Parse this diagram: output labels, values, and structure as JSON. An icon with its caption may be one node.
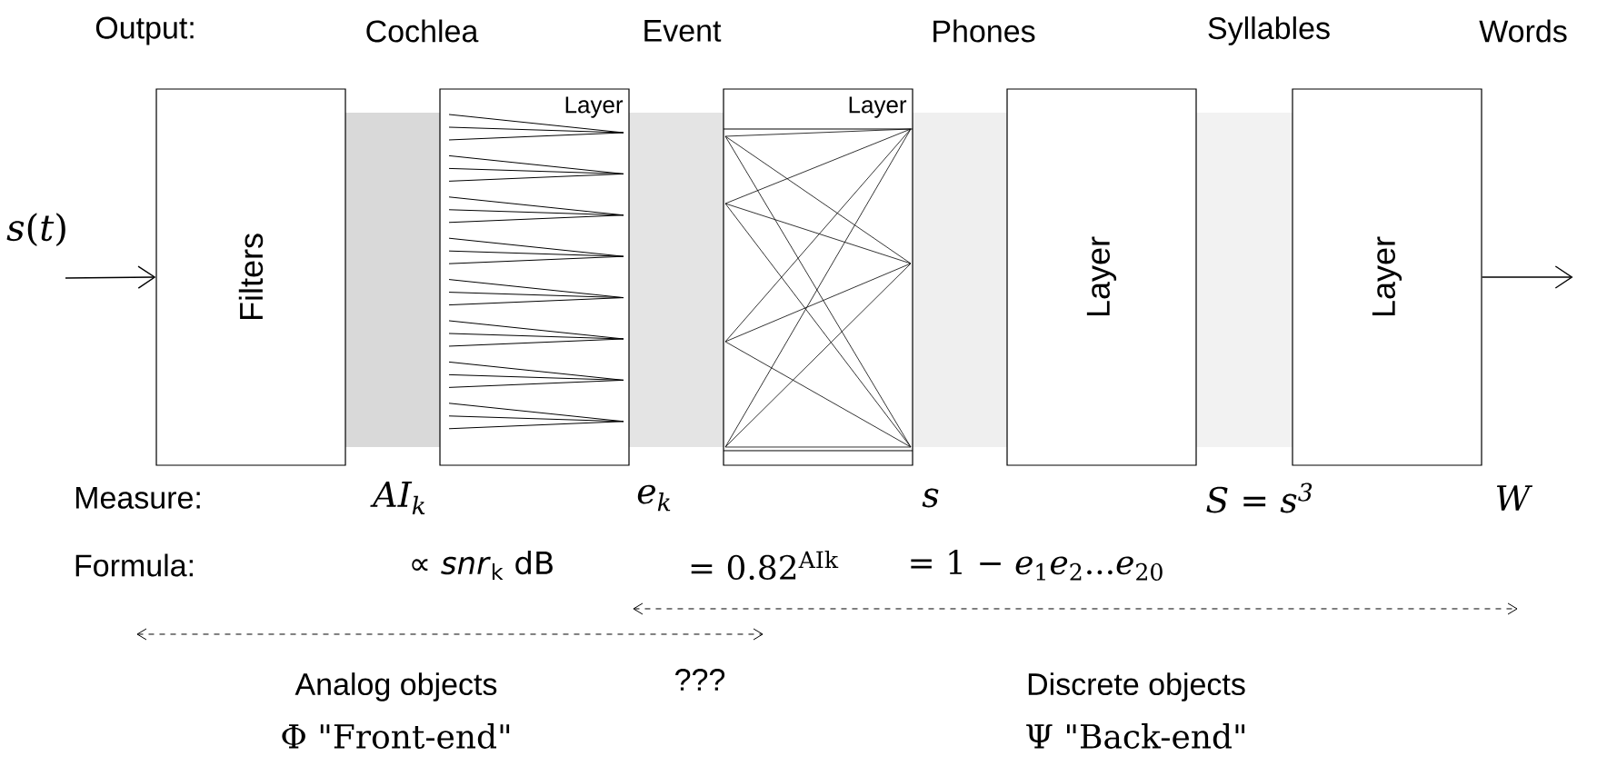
{
  "diagram": {
    "nodes": [
      {
        "text": [
          "Filters"
        ]
      },
      {
        "text": [],
        "shape": "band"
      },
      {
        "text": [
          "Layer"
        ]
      },
      {
        "text": [],
        "shape": "band"
      },
      {
        "text": [
          "Layer"
        ]
      },
      {
        "text": [],
        "shape": "band"
      },
      {
        "text": [
          "Layer"
        ]
      },
      {
        "text": [],
        "shape": "band"
      },
      {
        "text": [
          "Layer"
        ]
      }
    ],
    "edges": [
      {
        "from": null,
        "to": 0,
        "arrow": "to",
        "label": "*s*(*t*)"
      },
      {
        "from": 8,
        "to": null,
        "arrow": "to"
      }
    ],
    "labels": [
      "Output:",
      "Cochlea",
      "Event",
      "Phones",
      "Syllables",
      "Words",
      "Measure:",
      "AI$_{k}$",
      "e$_{k}$",
      "s",
      "S = s$^{3}$",
      "W",
      "Formula:",
      "∝ *snr*$_{k}$ dB",
      "= 0.82$^{AIk}$",
      "= 1 − *e*$_{1}$*e*$_{2}$...*e*$_{20}$",
      "Analog objects",
      "???",
      "Discrete objects",
      "Φ \"Front-end\"",
      "Ψ \"Back-end\""
    ]
  }
}
